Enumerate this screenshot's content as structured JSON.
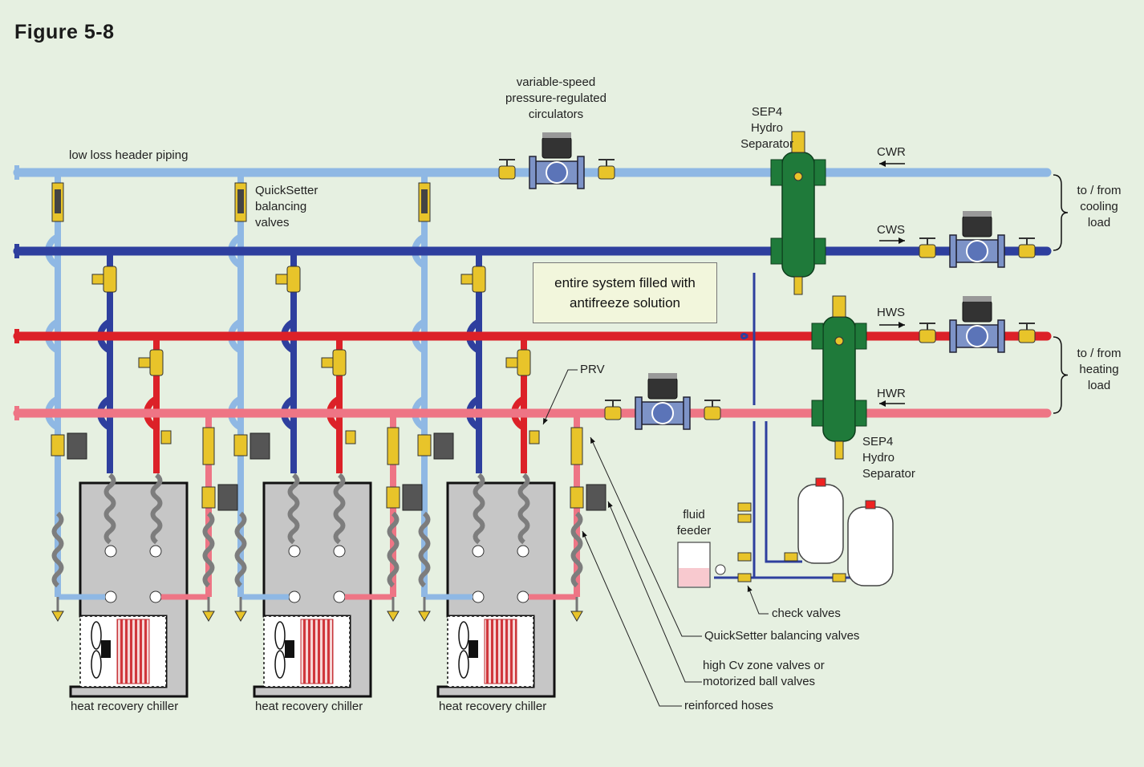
{
  "figure_title": "Figure 5-8",
  "labels": {
    "header_piping": "low loss header piping",
    "circulators": [
      "variable-speed",
      "pressure-regulated",
      "circulators"
    ],
    "quicksetter": [
      "QuickSetter",
      "balancing",
      "valves"
    ],
    "sep4_top": [
      "SEP4",
      "Hydro",
      "Separator"
    ],
    "sep4_bottom": [
      "SEP4",
      "Hydro",
      "Separator"
    ],
    "cwr": "CWR",
    "cws": "CWS",
    "hws": "HWS",
    "hwr": "HWR",
    "cooling_load": [
      "to / from",
      "cooling",
      "load"
    ],
    "heating_load": [
      "to / from",
      "heating",
      "load"
    ],
    "note": [
      "entire system filled with",
      "antifreeze solution"
    ],
    "prv": "PRV",
    "fluid_feeder": [
      "fluid",
      "feeder"
    ],
    "check_valves": "check valves",
    "quicksetter_valves": "QuickSetter balancing valves",
    "zone_valves": [
      "high Cv zone valves or",
      "motorized ball valves"
    ],
    "hoses": "reinforced hoses",
    "chillers": [
      "heat recovery chiller",
      "heat recovery chiller",
      "heat recovery chiller"
    ]
  },
  "colors": {
    "background": "#e6f0e1",
    "chilled_return": "#8fb8e4",
    "chilled_supply": "#2e3f9e",
    "hot_supply": "#dc2128",
    "hot_return": "#ee7585",
    "separator": "#1f7a3a",
    "chiller_body": "#c6c6c6",
    "valve_brass": "#e8c42a",
    "circulator": "#7d93c7"
  }
}
